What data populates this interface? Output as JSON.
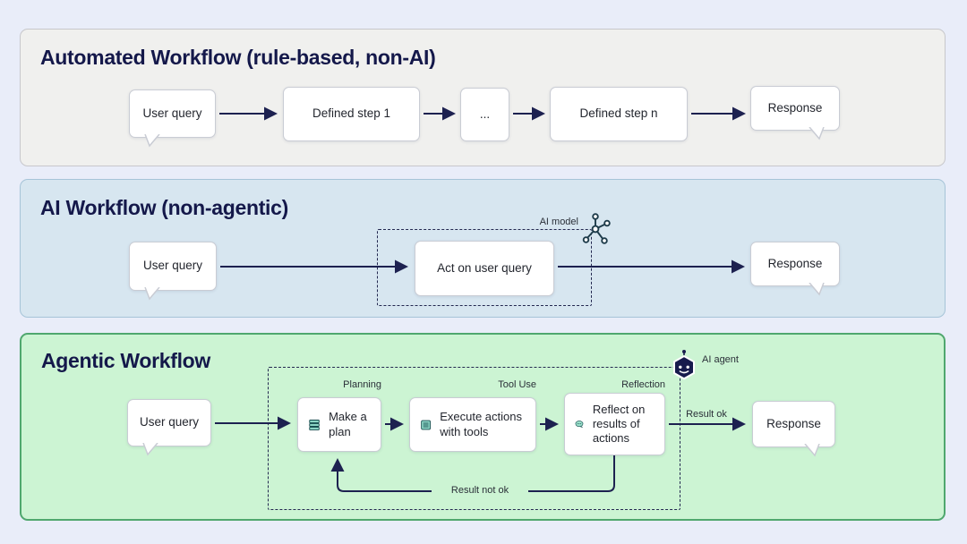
{
  "colors": {
    "page_bg": "#e9edf9",
    "arrow_navy": "#1d2150",
    "title_navy": "#14184a",
    "panel1_bg": "#f0f0ee",
    "panel1_border": "#c7c7cb",
    "panel2_bg": "#d7e6f0",
    "panel2_border": "#a6c4d8",
    "panel3_bg": "#ccf4d3",
    "panel3_border": "#4fa76e",
    "node_bg": "#ffffff",
    "node_border": "#c9ccd4",
    "icon_teal_fill": "#8bd4c4",
    "icon_teal_stroke": "#12494b"
  },
  "panels": [
    {
      "title": "Automated Workflow (rule-based, non-AI)",
      "nodes": {
        "user_query": "User query",
        "step1": "Defined step 1",
        "ellipsis": "...",
        "stepn": "Defined step n",
        "response": "Response"
      }
    },
    {
      "title": "AI Workflow (non-agentic)",
      "ai_model_label": "AI model",
      "nodes": {
        "user_query": "User query",
        "act": "Act on user query",
        "response": "Response"
      }
    },
    {
      "title": "Agentic Workflow",
      "ai_agent_label": "AI agent",
      "step_labels": {
        "planning": "Planning",
        "tool_use": "Tool Use",
        "reflection": "Reflection"
      },
      "edge_labels": {
        "result_ok": "Result ok",
        "result_not_ok": "Result not ok"
      },
      "nodes": {
        "user_query": "User query",
        "plan": "Make a plan",
        "execute": "Execute actions with tools",
        "reflect": "Reflect on results of actions",
        "response": "Response"
      }
    }
  ]
}
